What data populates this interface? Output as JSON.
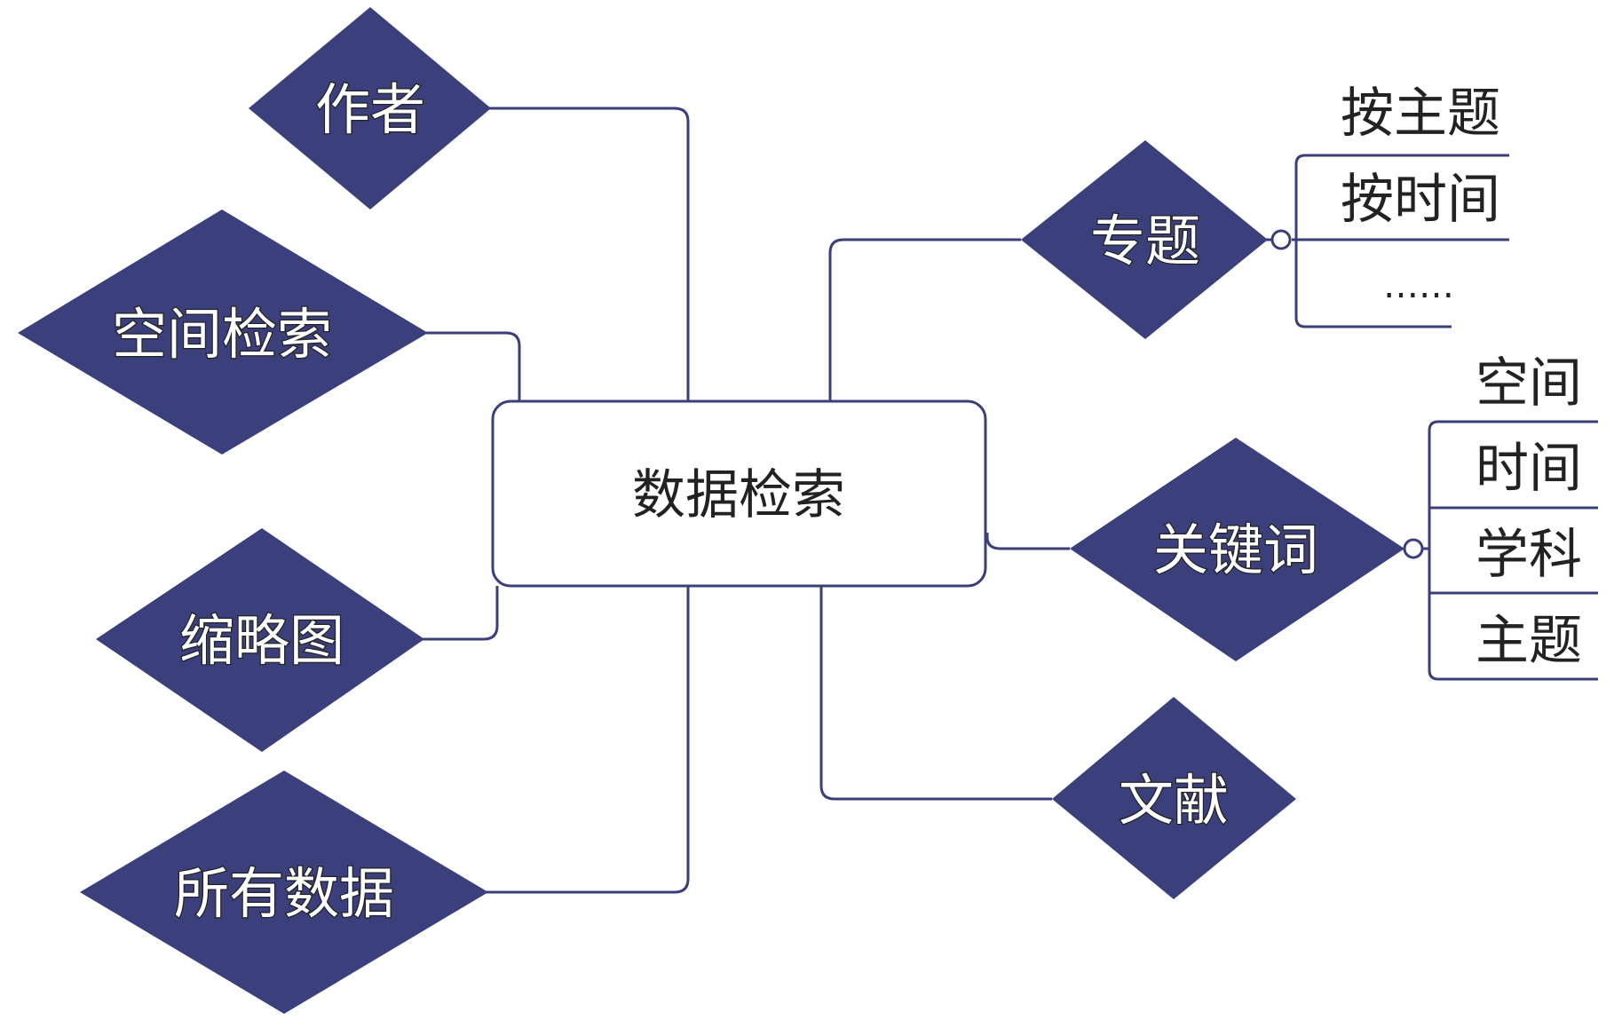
{
  "center": {
    "label": "数据检索"
  },
  "left_nodes": {
    "author": "作者",
    "spatial_search": "空间检索",
    "thumbnail": "缩略图",
    "all_data": "所有数据"
  },
  "right_nodes": {
    "topic": "专题",
    "keyword": "关键词",
    "literature": "文献"
  },
  "topic_children": [
    "按主题",
    "按时间",
    "……"
  ],
  "keyword_children": [
    "空间",
    "时间",
    "学科",
    "主题"
  ],
  "colors": {
    "diamond_fill": "#3b3f7c",
    "line": "#3a3f7a"
  }
}
